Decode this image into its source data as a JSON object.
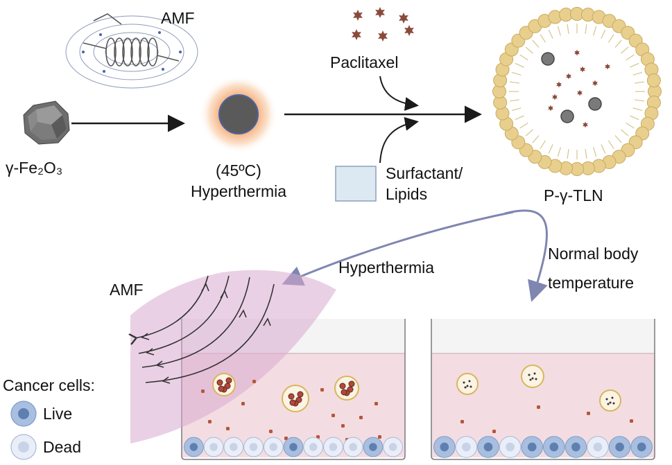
{
  "top": {
    "amf_label": "AMF",
    "iron_oxide_label": "γ-Fe₂O₃",
    "temp_label": "(45ºC)",
    "hyperthermia_label": "Hyperthermia",
    "drug_label": "Paclitaxel",
    "surfactant_line1": "Surfactant/",
    "surfactant_line2": "Lipids",
    "nanoparticle_label": "P-γ-TLN"
  },
  "bottom": {
    "amf_label": "AMF",
    "hyperthermia_branch_label": "Hyperthermia",
    "normal_line1": "Normal body",
    "normal_line2": "temperature",
    "legend_title": "Cancer cells:",
    "legend_live": "Live",
    "legend_dead": "Dead"
  },
  "colors": {
    "arrow": "#1a1a1a",
    "curved_arrow": "#7f86b0",
    "lipid_head": "#e8cf8e",
    "lipid_head_stroke": "#c9aa5c",
    "drug_star": "#8a4a3a",
    "core_particle": "#5a5a5a",
    "glow": "#f4a46a",
    "amf_field": "#d9a9cf",
    "medium": "#f3dde2",
    "live_cell": "#a9bfe0",
    "live_nucleus": "#5f7fb1",
    "dead_cell": "#e9eef8",
    "dead_nucleus": "#c8d3e8",
    "lipid_box": "#dde9f2"
  },
  "wells": {
    "left": {
      "cells": [
        "live",
        "dead",
        "dead",
        "dead",
        "dead",
        "live",
        "dead",
        "dead",
        "dead",
        "live",
        "dead"
      ]
    },
    "right": {
      "cells": [
        "live",
        "dead",
        "live",
        "dead",
        "live",
        "live",
        "live",
        "dead",
        "live",
        "live"
      ]
    }
  }
}
